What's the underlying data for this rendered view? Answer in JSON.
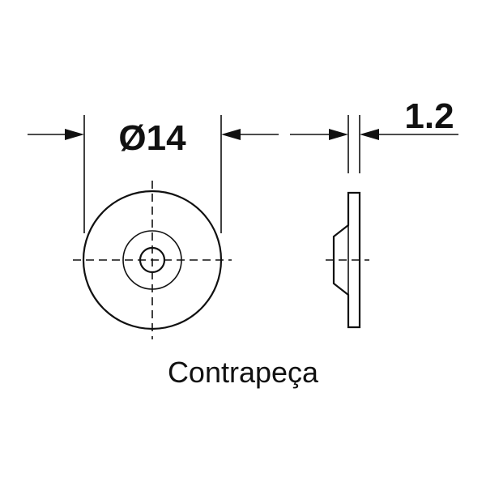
{
  "dimensions": {
    "diameter_label": "Ø14",
    "thickness_label": "1.2"
  },
  "caption": "Contrapeça",
  "colors": {
    "ink": "#111111",
    "background": "#ffffff"
  }
}
